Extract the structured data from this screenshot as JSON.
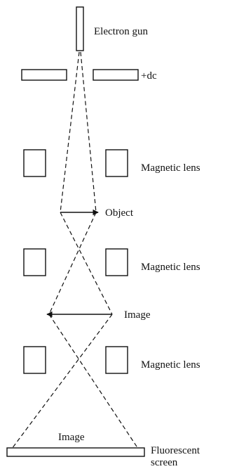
{
  "labels": {
    "electron_gun": "Electron gun",
    "plus_dc": "+dc",
    "lens_1": "Magnetic lens",
    "object": "Object",
    "lens_2": "Magnetic lens",
    "image_mid": "Image",
    "lens_3": "Magnetic lens",
    "image_bottom": "Image",
    "screen_line1": "Fluorescent",
    "screen_line2": "screen"
  }
}
